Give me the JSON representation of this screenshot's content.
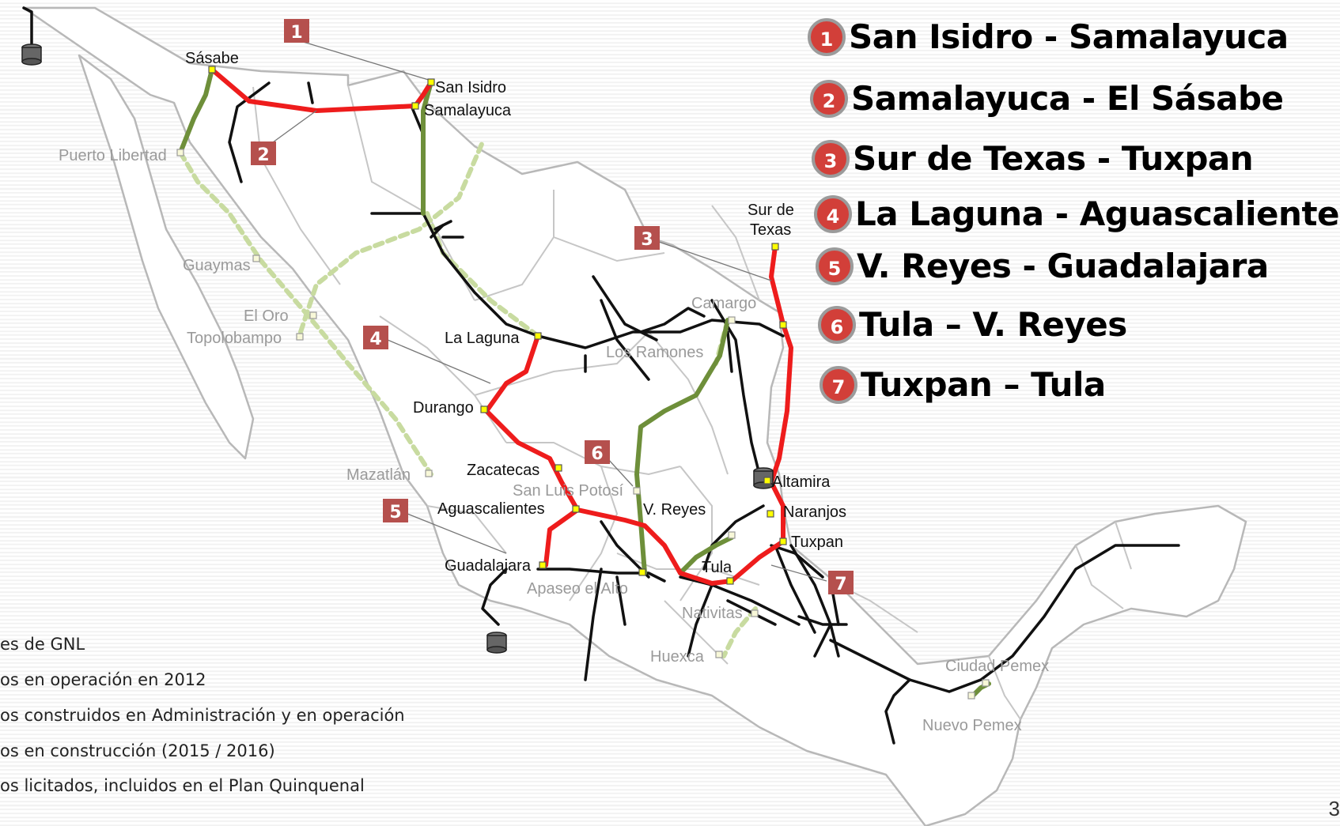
{
  "projects": [
    {
      "num": "1",
      "name": "San Isidro - Samalayuca"
    },
    {
      "num": "2",
      "name": "Samalayuca - El Sásabe"
    },
    {
      "num": "3",
      "name": "Sur de Texas - Tuxpan"
    },
    {
      "num": "4",
      "name": "La Laguna - Aguascalientes"
    },
    {
      "num": "5",
      "name": "V. Reyes - Guadalajara"
    },
    {
      "num": "6",
      "name": "Tula – V. Reyes"
    },
    {
      "num": "7",
      "name": "Tuxpan – Tula"
    }
  ],
  "legend": [
    "es de GNL",
    "os en operación en 2012",
    "os construidos en Administración y en operación",
    "os en construcción (2015 / 2016)",
    "os licitados, incluidos en el Plan Quinquenal"
  ],
  "cities": {
    "sasabe": "Sásabe",
    "san_isidro": "San Isidro",
    "samalayuca": "Samalayuca",
    "puerto_libertad": "Puerto Libertad",
    "guaymas": "Guaymas",
    "el_oro": "El Oro",
    "topolobampo": "Topolobampo",
    "la_laguna": "La Laguna",
    "durango": "Durango",
    "mazatlan": "Mazatlán",
    "zacatecas": "Zacatecas",
    "slp": "San Luis Potosí",
    "aguascalientes": "Aguascalientes",
    "v_reyes": "V. Reyes",
    "guadalajara": "Guadalajara",
    "apaseo": "Apaseo el Alto",
    "tula": "Tula",
    "nativitas": "Nativitas",
    "huexca": "Huexca",
    "camargo": "Camargo",
    "los_ramones": "Los Ramones",
    "sur_de": "Sur de",
    "texas": "Texas",
    "altamira": "Altamira",
    "naranjos": "Naranjos",
    "tuxpan": "Tuxpan",
    "ciudad_pemex": "Ciudad Pemex",
    "nuevo_pemex": "Nuevo Pemex"
  },
  "map_badges": [
    "1",
    "2",
    "3",
    "4",
    "5",
    "6",
    "7"
  ],
  "page_number": "3",
  "colors": {
    "new_pipeline": "#ee1c1c",
    "construction": "#6e8f3a",
    "planned": "#c8dba0",
    "existing": "#111111",
    "badge": "#b5504d",
    "circle_badge": "#d23f39"
  },
  "icons": [
    "lng-terminal-icon"
  ]
}
